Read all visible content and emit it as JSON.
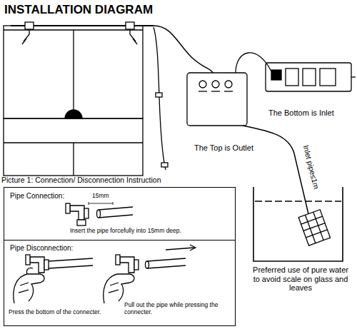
{
  "diagram": {
    "title": "INSTALLATION DIAGRAM",
    "nodes": [
      {
        "text": [
          "Picture 1: Connection/ Disconnection Instruction"
        ]
      },
      {
        "text": [
          "Pipe Connection:",
          "Insert the pipe forcefully into 15mm deep."
        ],
        "in": 0
      },
      {
        "text": [
          "Pipe Disconnection:",
          "Press the bottom of the connecter.",
          "Pull out the pipe while pressing the connecter."
        ],
        "in": 0
      }
    ],
    "labels": [
      "The Bottom is Inlet",
      "The Top is Outlet",
      "Inlet pipe≤1m",
      "Preferred use of pure water to avoid scale on glass and leaves",
      "15mm"
    ]
  }
}
